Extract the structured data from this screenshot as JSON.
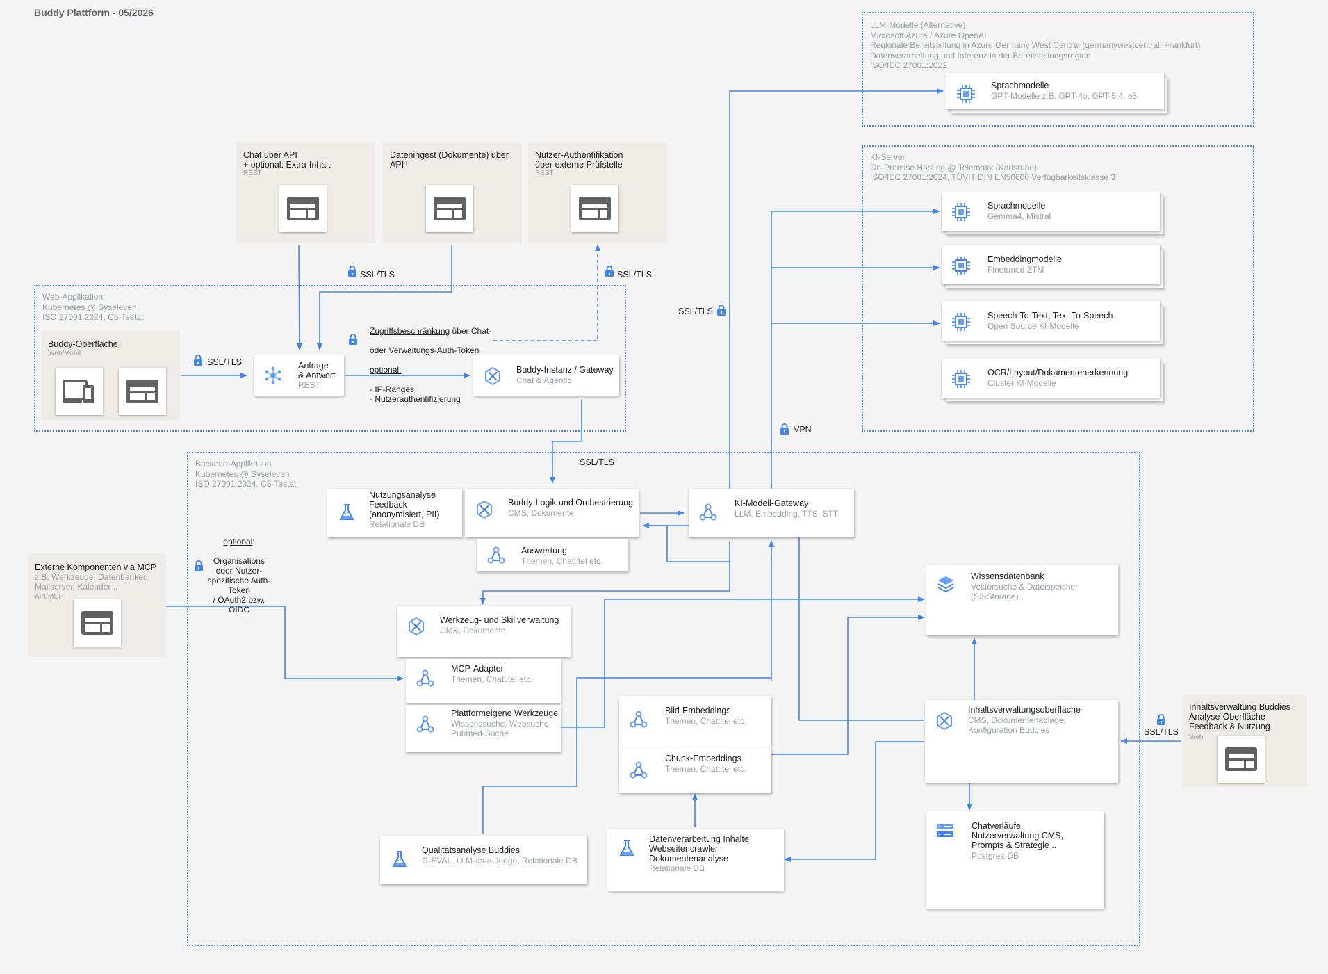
{
  "title": "Buddy Plattform - 05/2026",
  "zones": {
    "llm_alt": "LLM-Modelle (Alternative)\nMicrosoft Azure / Azure OpenAI\nRegionale Bereitstellung in Azure Germany West Central (germanywestcentral, Frankfurt)\nDatenverarbeitung und Inferenz in der Bereitstellungsregion\nISO/IEC 27001:2022",
    "ki_server": "KI-Server\nOn-Premise Hosting @ Telemaxx (Karlsruhe)\nISO/IEC 27001:2024,  TÜVIT DIN EN50600 Verfügbarkeitsklasse 3",
    "web_app": "Web-Applikation\nKubernetes @ Syseleven\nISO 27001:2024, C5-Testat",
    "backend": "Backend-Applikation\nKubernetes @ Syseleven\nISO 27001:2024, C5-Testat"
  },
  "externals": {
    "chat_api": {
      "title": "Chat über API\n+ optional: Extra-Inhalt",
      "sub": "REST"
    },
    "ingest": {
      "title": "Dateningest (Dokumente) über API",
      "sub": "REST"
    },
    "auth": {
      "title": "Nutzer-Authentifikation\nüber externe Prüfstelle",
      "sub": "REST"
    },
    "buddy_ui": {
      "title": "Buddy-Oberfläche",
      "sub": "Web/Mobil"
    },
    "mcp_ext": {
      "title": "Externe Komponenten via MCP",
      "desc": "z.B. Werkzeuge, Datenbanken,\nMailserver, Kalender ..",
      "sub": "API/MCP"
    },
    "content_admin": {
      "title": "Inhaltsverwaltung Buddies\nAnalyse-Oberfläche\nFeedback & Nutzung",
      "sub": "Web"
    }
  },
  "cards": {
    "azure_llm": {
      "title": "Sprachmodelle",
      "sub": "GPT-Modelle z.B. GPT-4o, GPT-5.4, o3"
    },
    "ki_llm": {
      "title": "Sprachmodelle",
      "sub": "Gemma4, Mistral"
    },
    "ki_emb": {
      "title": "Embeddingmodelle",
      "sub": "Finetuned ZTM"
    },
    "ki_stt": {
      "title": "Speech-To-Text, Text-To-Speech",
      "sub": "Open Source KI-Modelle"
    },
    "ki_ocr": {
      "title": "OCR/Layout/Dokumentenerkennung",
      "sub": "Cluster KI-Modelle"
    },
    "request": {
      "title": "Anfrage\n& Antwort",
      "sub": "REST"
    },
    "gateway": {
      "title": "Buddy-Instanz / Gateway",
      "sub": "Chat & Agentic"
    },
    "usage": {
      "title": "Nutzungsanalyse\nFeedback\n(anonymisiert, PII)",
      "sub": "Relationale DB"
    },
    "logic": {
      "title": "Buddy-Logik und Orchestrierung",
      "sub": "CMS, Dokumente"
    },
    "eval": {
      "title": "Auswertung",
      "sub": "Themen, Chattitel etc."
    },
    "model_gw": {
      "title": "KI-Modell-Gateway",
      "sub": "LLM, Embedding, TTS, STT"
    },
    "knowledge": {
      "title": "Wissensdatenbank",
      "sub": "Vektorsuche & Dateispeicher\n(S3-Storage)"
    },
    "tools": {
      "title": "Werkzeug- und Skillverwaltung",
      "sub": "CMS, Dokumente"
    },
    "mcp_adapter": {
      "title": "MCP-Adapter",
      "sub": "Themen, Chattitel etc."
    },
    "platform_tools": {
      "title": "Plattformeigene Werkzeuge",
      "sub": "Wissenssuche, Websuche,\nPubmed-Suche"
    },
    "img_emb": {
      "title": "Bild-Embeddings",
      "sub": "Themen, Chattitel etc."
    },
    "chunk_emb": {
      "title": "Chunk-Embeddings",
      "sub": "Themen, Chattitel etc."
    },
    "content_ui": {
      "title": "Inhaltsverwaltungsoberfläche",
      "sub": "CMS, Dokumentenablage,\nKonfiguration Buddies"
    },
    "quality": {
      "title": "Qualitätsanalyse Buddies",
      "sub": "G-EVAL, LLM-as-a-Judge, Relationale DB"
    },
    "processing": {
      "title": "Datenverarbeitung Inhalte\nWebseitencrawler\nDokumentenanalyse",
      "sub": "Relationale DB"
    },
    "chat_history": {
      "title": "Chatverläufe,\nNutzerverwaltung CMS,\nPrompts & Strategie ..",
      "sub": "Postgres-DB"
    }
  },
  "labels": {
    "ssl": "SSL/TLS",
    "vpn": "VPN",
    "access_note_head": "Zugriffsbeschränkung",
    "access_note_rest": " über Chat-",
    "access_note_line2": "oder Verwaltungs-Auth-Token",
    "access_note_opt": "optional:",
    "access_note_items": "- IP-Ranges\n- Nutzerauthentifizierung",
    "oauth_opt": "optional",
    "oauth_rest": ":",
    "oauth_body": "Organisations\noder Nutzer-\nspezifische Auth-\nToken\n/ OAuth2 bzw.\nOIDC"
  },
  "colors": {
    "accent": "#4285f4",
    "zone_border": "#4285f4",
    "external_bg": "#efebe7",
    "muted_text": "#9aa0a6",
    "icon_gray": "#616161"
  }
}
